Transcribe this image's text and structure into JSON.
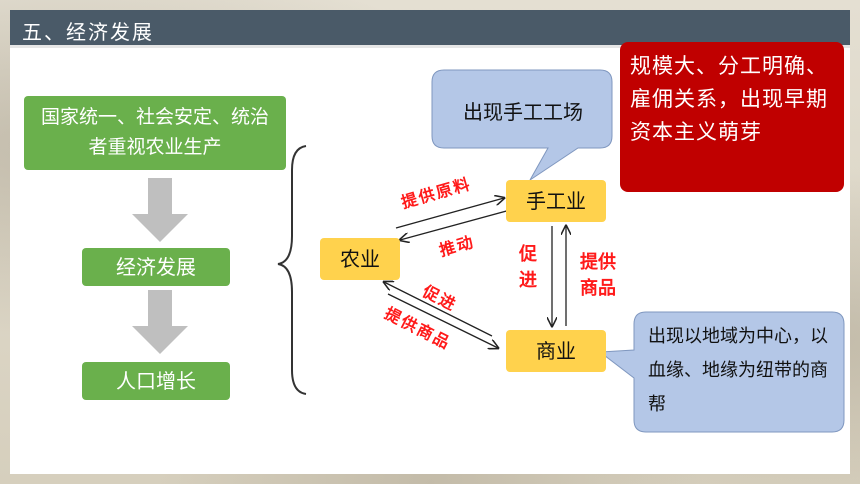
{
  "header": {
    "title": "五、经济发展"
  },
  "left_flow": {
    "cause": "国家统一、社会安定、统治者重视农业生产",
    "step1": "经济发展",
    "step2": "人口增长"
  },
  "nodes": {
    "agriculture": "农业",
    "handicraft": "手工业",
    "commerce": "商业"
  },
  "relations": {
    "agri_to_hand": "提供原料",
    "hand_to_agri": "推动",
    "hand_to_comm": "促进",
    "comm_to_hand": "提供商品",
    "agri_to_comm_promote": "促进",
    "agri_to_comm_goods": "提供商品"
  },
  "callouts": {
    "workshop": "出现手工工场",
    "capitalism": "规模大、分工明确、雇佣关系，出现早期资本主义萌芽",
    "merchants": "出现以地域为中心，以血缘、地缘为纽带的商帮"
  },
  "colors": {
    "header_bg": "#4a5a68",
    "green_box": "#6ab04c",
    "yellow_box": "#ffd24d",
    "blue_callout": "#b4c7e7",
    "red_callout": "#c00000",
    "relation_text": "#ff1a1a"
  }
}
